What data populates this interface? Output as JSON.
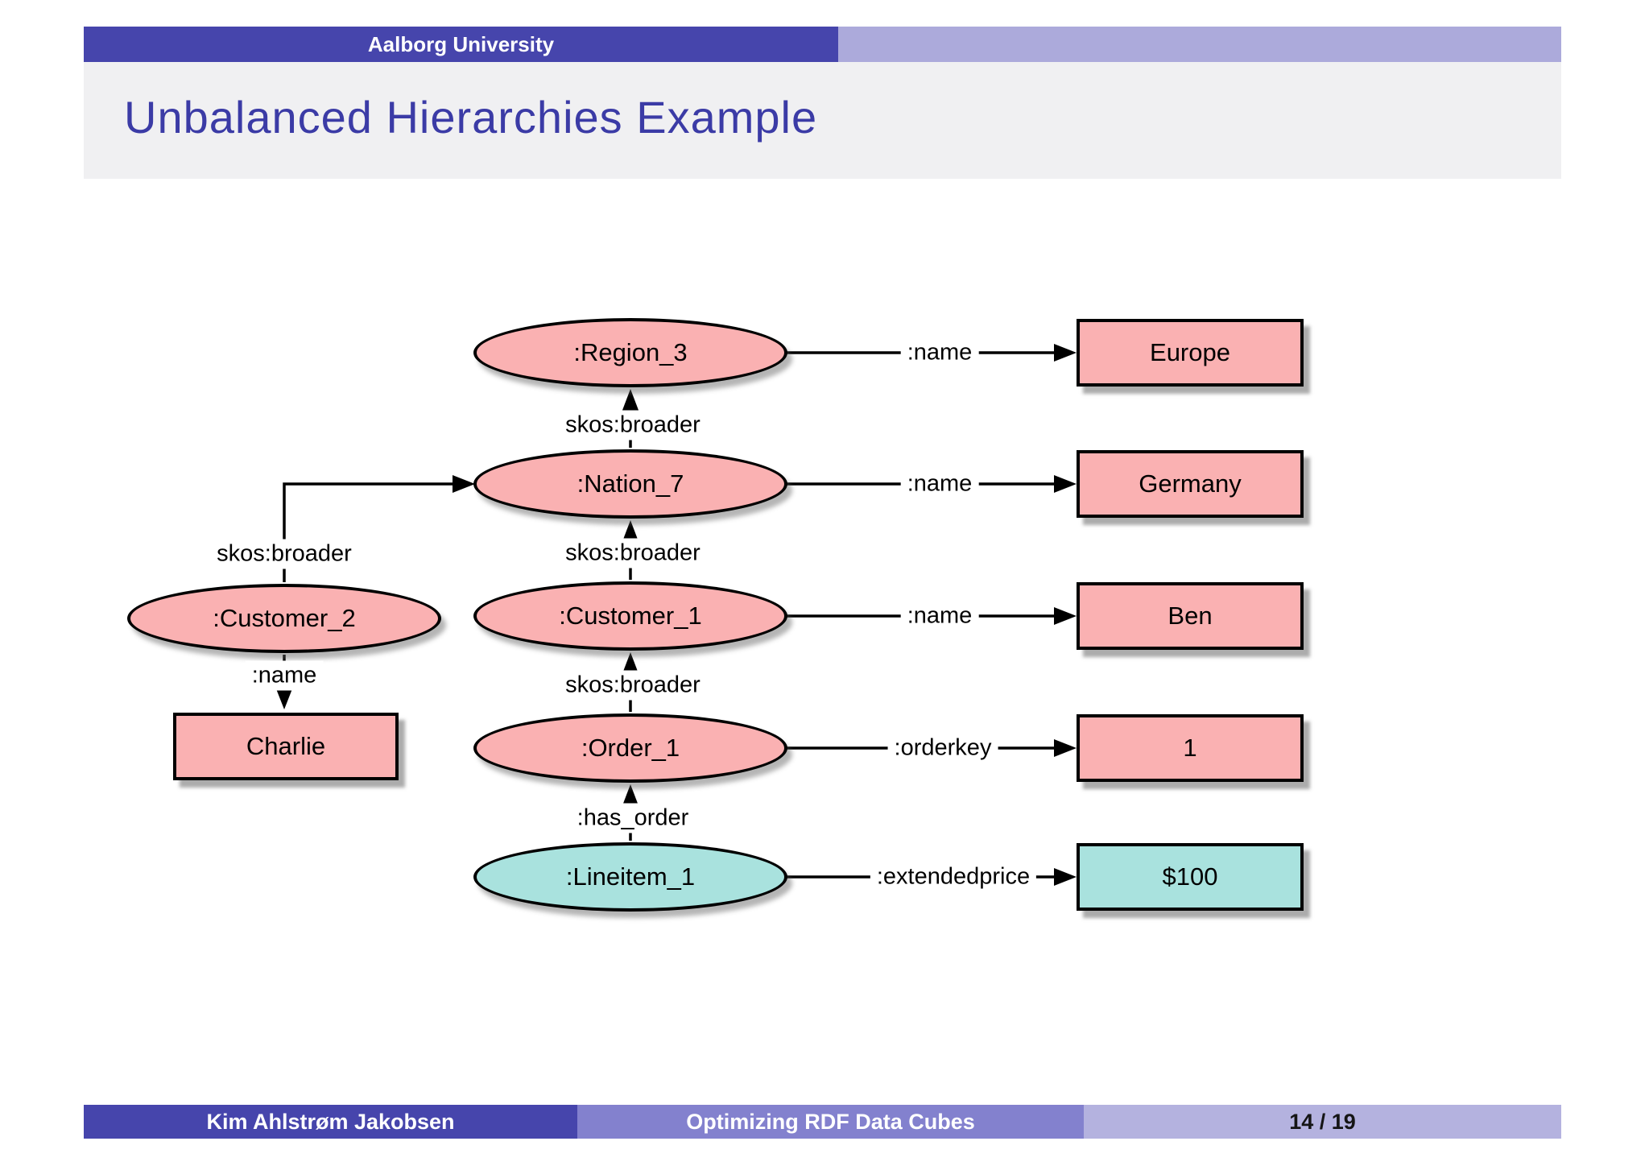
{
  "header": {
    "institution": "Aalborg University"
  },
  "title": "Unbalanced Hierarchies Example",
  "diagram": {
    "nodes": {
      "region3": ":Region_3",
      "nation7": ":Nation_7",
      "customer1": ":Customer_1",
      "customer2": ":Customer_2",
      "order1": ":Order_1",
      "lineitem1": ":Lineitem_1",
      "europe": "Europe",
      "germany": "Germany",
      "ben": "Ben",
      "charlie": "Charlie",
      "orderkey_value": "1",
      "extendedprice_value": "$100"
    },
    "edge_labels": {
      "region_name": ":name",
      "nation_name": ":name",
      "customer1_name": ":name",
      "customer2_name": ":name",
      "orderkey": ":orderkey",
      "extendedprice": ":extendedprice",
      "broader_nation_region": "skos:broader",
      "broader_customer1_nation": "skos:broader",
      "broader_customer2_nation": "skos:broader",
      "broader_order_customer": "skos:broader",
      "has_order": ":has_order"
    }
  },
  "footer": {
    "author": "Kim Ahlstrøm Jakobsen",
    "presentation_title": "Optimizing RDF Data Cubes",
    "slide_number": "14 / 19"
  },
  "colors": {
    "header_dark": "#4645AC",
    "header_light": "#ACAADB",
    "footer_mid": "#8381CE",
    "footer_light": "#B4B2DF",
    "title_background": "#F0F0F2",
    "title_text": "#3B3BA6",
    "node_pink": "#FAB1B2",
    "node_teal": "#A9E2DE",
    "node_border": "#000000"
  }
}
